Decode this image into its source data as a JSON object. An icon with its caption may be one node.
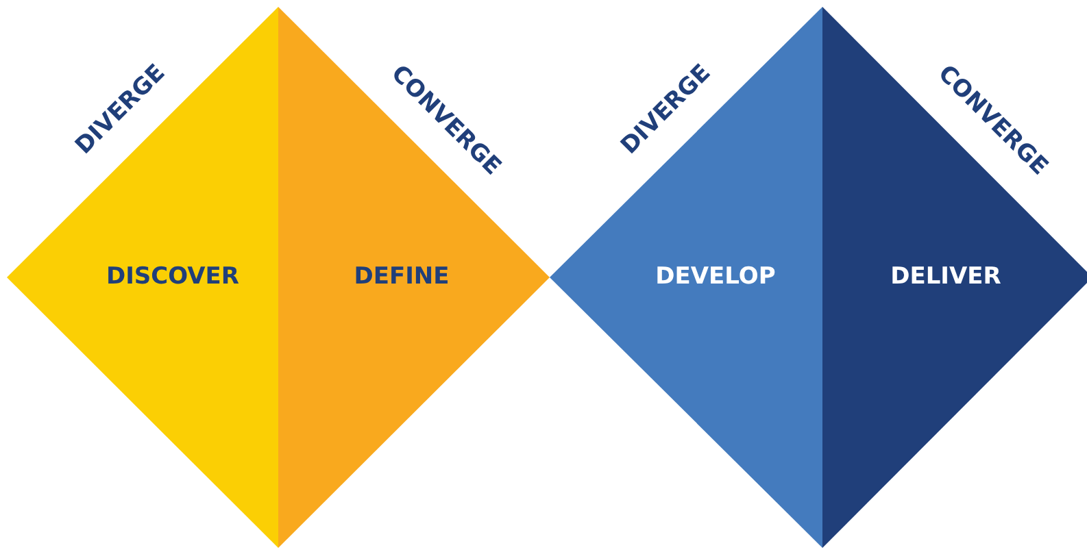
{
  "diagram": {
    "nodes": [
      {
        "text": [
          "DISCOVER"
        ],
        "beside": [
          "DIVERGE"
        ]
      },
      {
        "text": [
          "DEFINE"
        ],
        "beside": [
          "CONVERGE"
        ]
      },
      {
        "text": [
          "DEVELOP"
        ],
        "beside": [
          "DIVERGE"
        ]
      },
      {
        "text": [
          "DELIVER"
        ],
        "beside": [
          "CONVERGE"
        ]
      }
    ],
    "edges": []
  }
}
